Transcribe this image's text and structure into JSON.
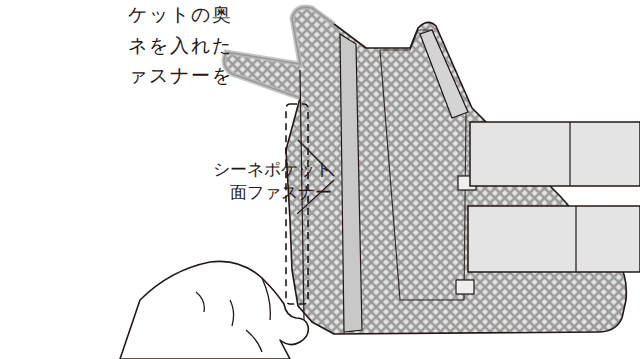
{
  "diagram": {
    "labels": [
      "ケットの奥",
      "ネを入れた",
      "ァスナーを",
      "シーネポケット 面ファスナー"
    ]
  }
}
